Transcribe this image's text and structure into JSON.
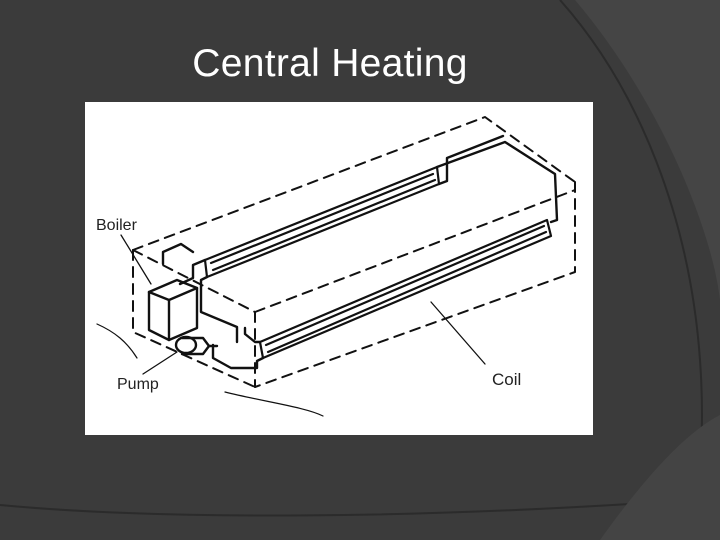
{
  "slide": {
    "title": "Central Heating"
  },
  "diagram": {
    "labels": {
      "boiler": "Boiler",
      "pump": "Pump",
      "coil": "Coil"
    },
    "icons": [
      "boiler-icon",
      "pump-icon",
      "coil-icon",
      "pipe-icon",
      "room-outline-icon"
    ]
  },
  "colors": {
    "background": "#3b3b3b",
    "title": "#ffffff",
    "figure_background": "#ffffff",
    "line": "#111111"
  }
}
